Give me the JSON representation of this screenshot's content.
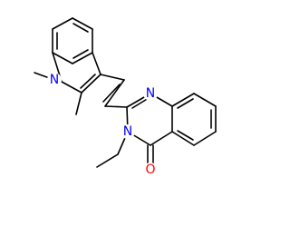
{
  "colors": {
    "bond": "#000000",
    "nitrogen": "#0000ff",
    "oxygen": "#ff0000",
    "background": "#ffffff"
  },
  "atoms": {
    "n_indole": "N",
    "n_quinazoline_top": "N",
    "n_quinazoline_bottom": "N",
    "o_carbonyl": "O"
  }
}
